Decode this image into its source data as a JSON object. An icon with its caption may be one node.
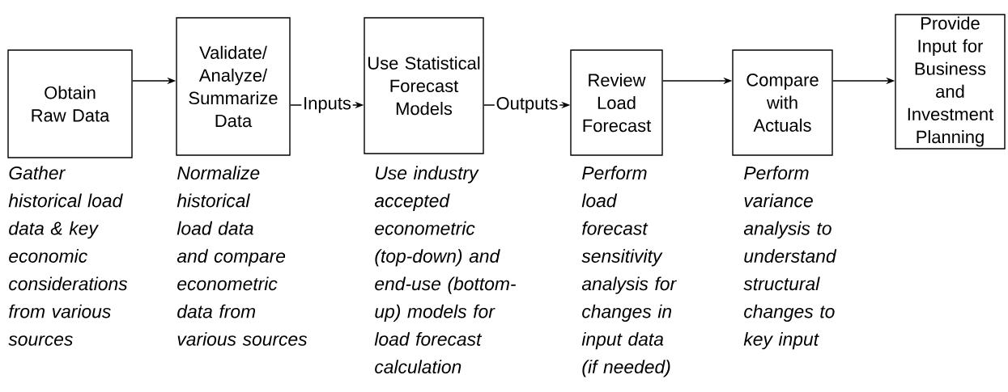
{
  "diagram": {
    "nodes": [
      {
        "text": [
          "Obtain Raw Data"
        ],
        "beside": [
          "Gather historical load data & key economic considerations from various sources"
        ]
      },
      {
        "text": [
          "Validate/ Analyze/ Summarize Data"
        ],
        "beside": [
          "Normalize historical load data and compare econometric data from various sources"
        ]
      },
      {
        "text": [
          "Use Statistical Forecast Models"
        ],
        "beside": [
          "Use industry accepted econometric (top-down) and end-use (bottom-up) models for load forecast calculation"
        ]
      },
      {
        "text": [
          "Review Load Forecast"
        ],
        "beside": [
          "Perform load forecast sensitivity analysis for changes in input data (if needed)"
        ]
      },
      {
        "text": [
          "Compare with Actuals"
        ],
        "beside": [
          "Perform variance analysis to understand structural changes to key input"
        ]
      },
      {
        "text": [
          "Provide Input for Business and Investment Planning"
        ]
      }
    ],
    "edges": [
      {
        "from": 0,
        "to": 1,
        "arrow": "to"
      },
      {
        "from": 1,
        "to": 2,
        "arrow": "to",
        "label": "Inputs"
      },
      {
        "from": 2,
        "to": 3,
        "arrow": "to",
        "label": "Outputs"
      },
      {
        "from": 3,
        "to": 4,
        "arrow": "to"
      },
      {
        "from": 4,
        "to": 5,
        "arrow": "to"
      }
    ]
  }
}
